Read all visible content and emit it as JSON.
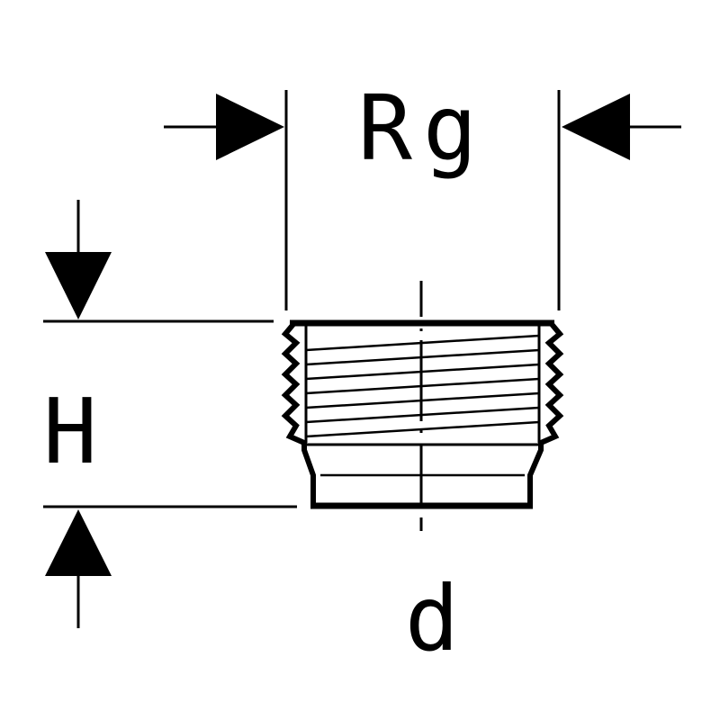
{
  "diagram": {
    "labels": {
      "thread_size": "Rg",
      "height": "H",
      "diameter": "d"
    },
    "colors": {
      "line": "#000000",
      "background": "#ffffff"
    }
  }
}
